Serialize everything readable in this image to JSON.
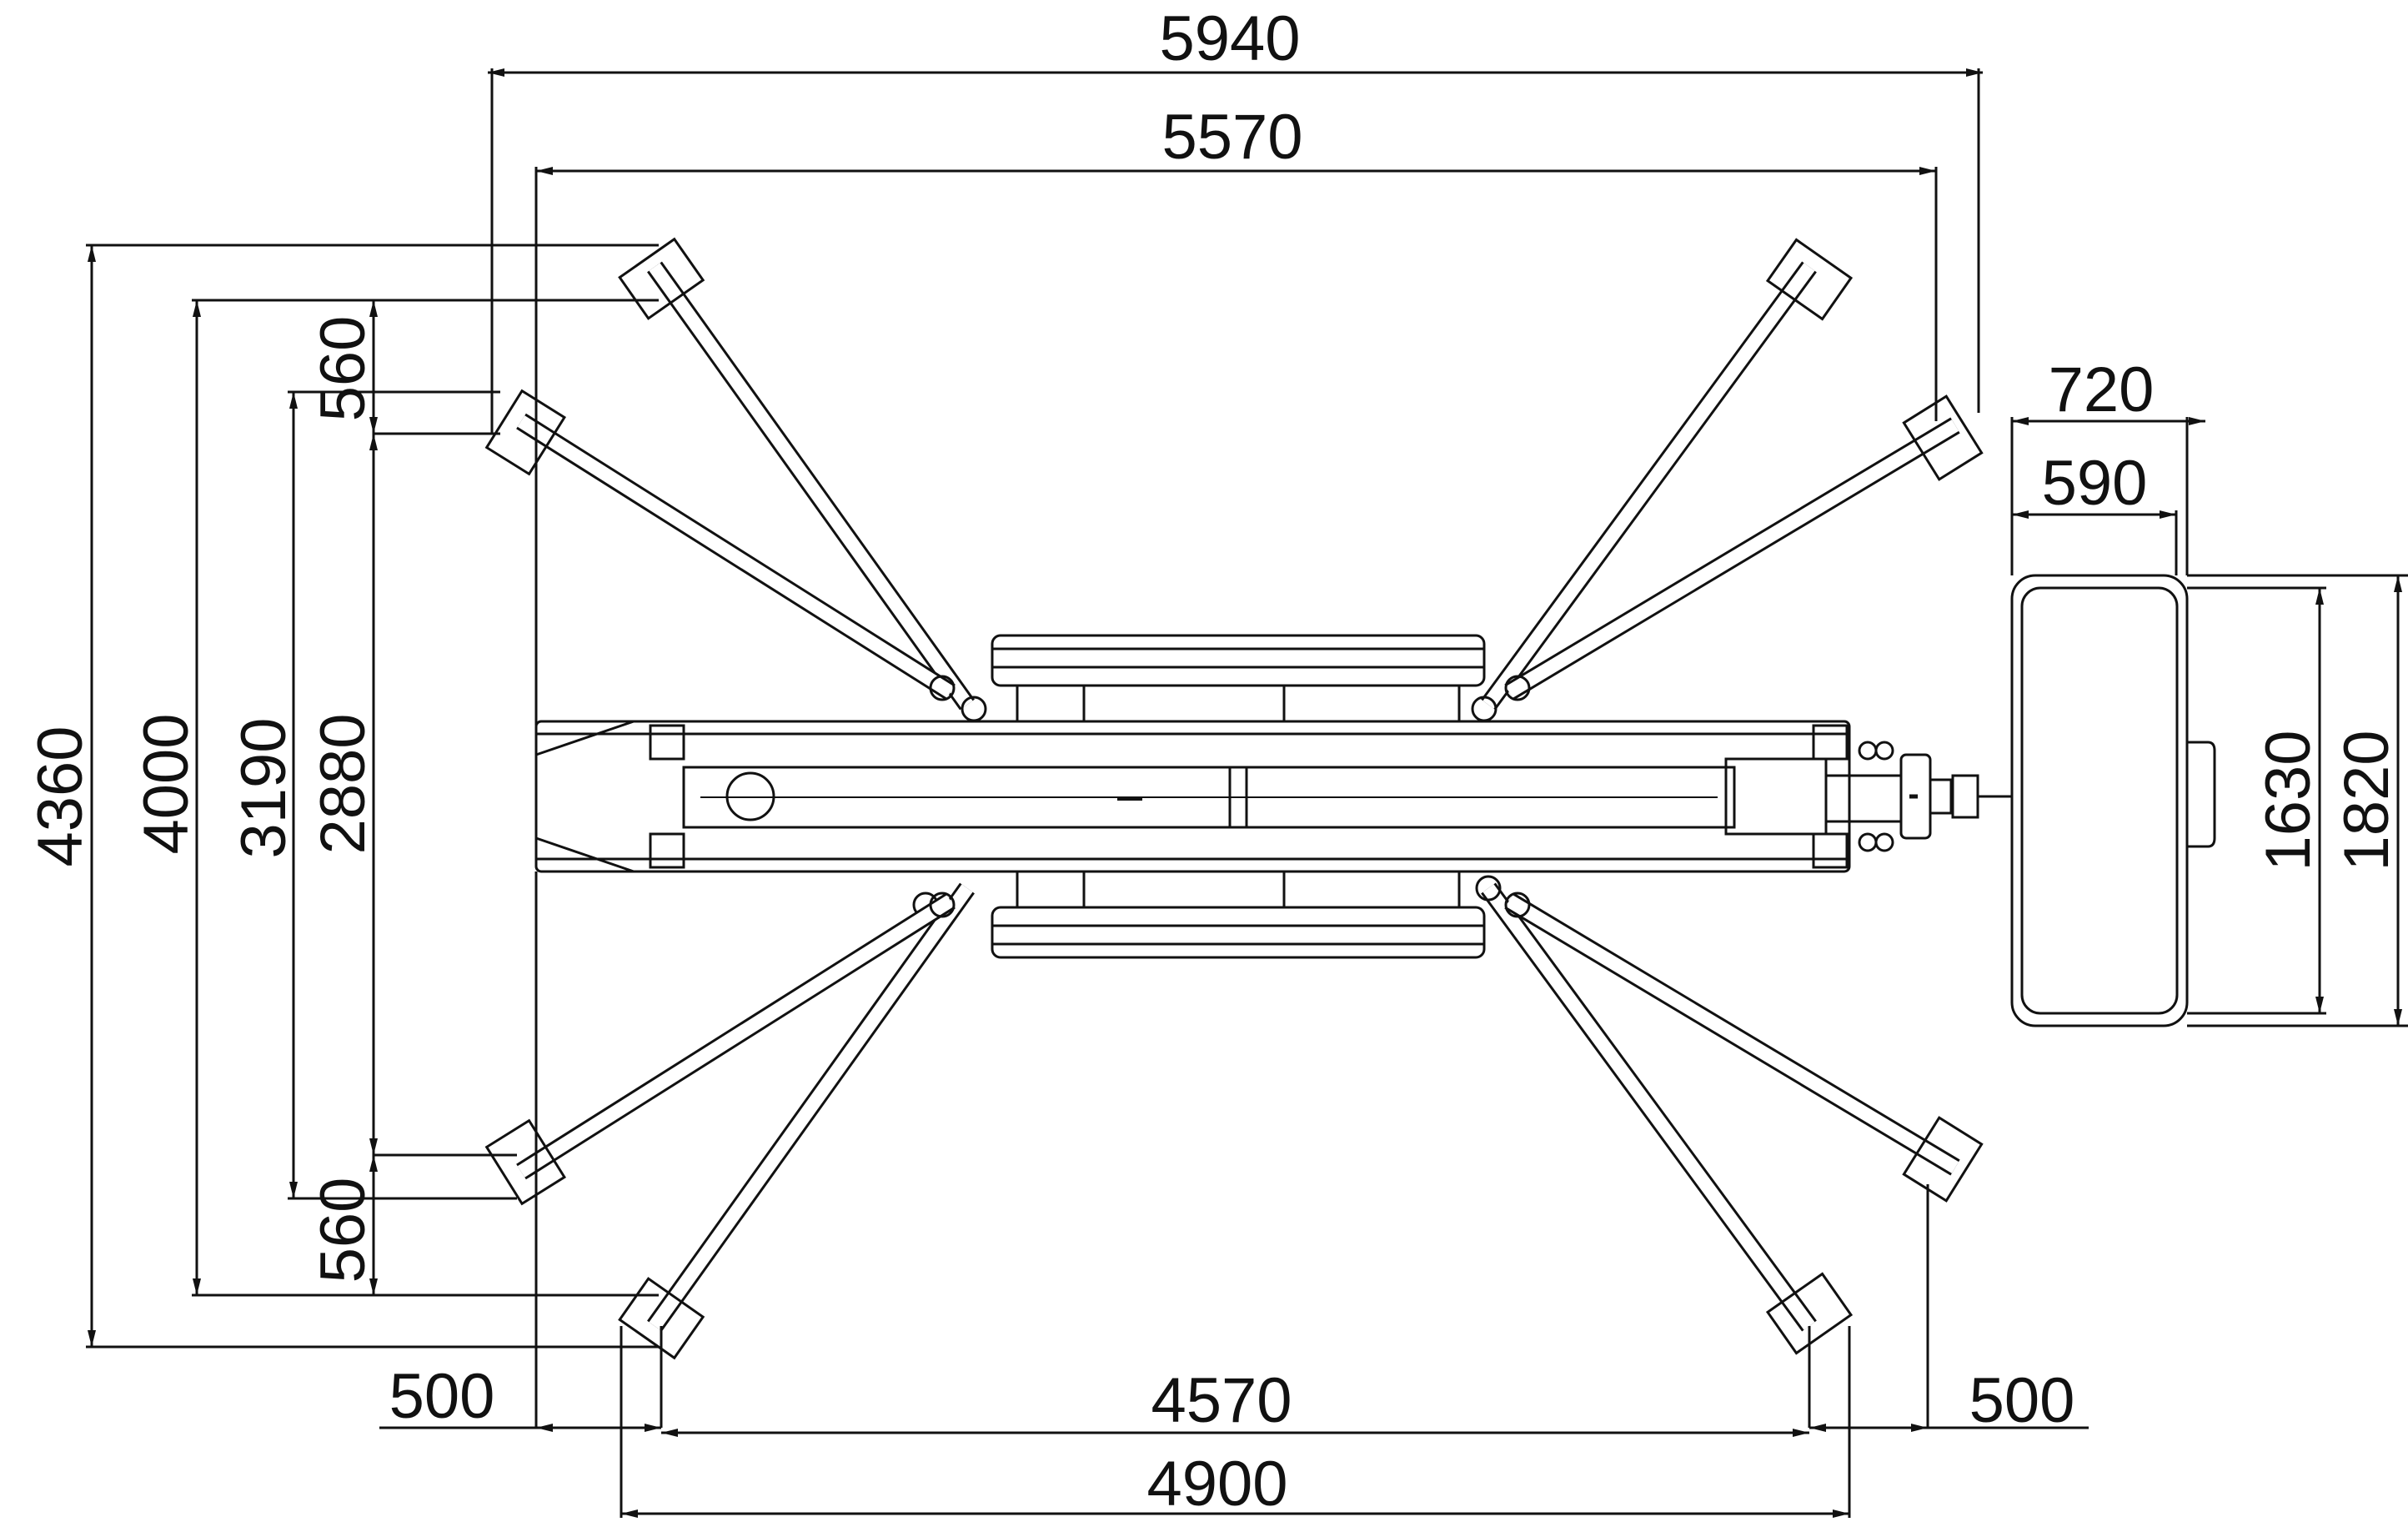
{
  "drawing": {
    "subject": "spider lift footprint plan view",
    "colors": {
      "ink": "#111111",
      "paper": "#ffffff"
    },
    "dimensions": {
      "overall_width_outer": "5940",
      "overall_width_inner": "5570",
      "height_overall": "4360",
      "height_outer": "4000",
      "height_mid": "3190",
      "height_inner": "2880",
      "offset_top": "560",
      "offset_bottom": "560",
      "bottom_offset_left": "500",
      "bottom_span_inner": "4570",
      "bottom_offset_right": "500",
      "bottom_span_outer": "4900",
      "basket_width_outer": "720",
      "basket_width_inner": "590",
      "basket_length_inner": "1630",
      "basket_length_outer": "1820"
    }
  }
}
